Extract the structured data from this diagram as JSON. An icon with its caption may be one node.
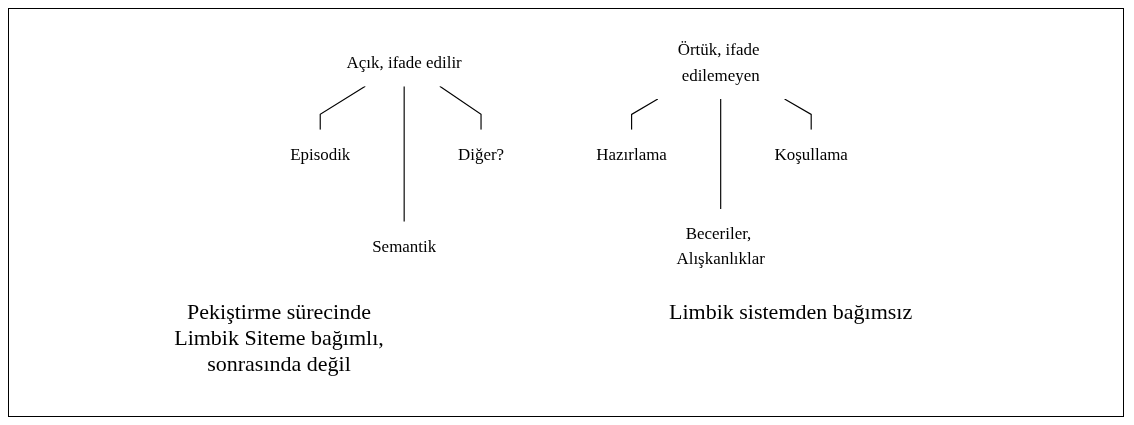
{
  "diagram": {
    "nodes": [
      {
        "text": [
          "Açık, ifade edilir"
        ]
      },
      {
        "text": [
          "Episodik"
        ]
      },
      {
        "text": [
          "Semantik"
        ]
      },
      {
        "text": [
          "Diğer?"
        ]
      },
      {
        "text": [
          "Örtük, ifade edilemeyen"
        ]
      },
      {
        "text": [
          "Hazırlama"
        ]
      },
      {
        "text": [
          "Beceriler, Alışkanlıklar"
        ]
      },
      {
        "text": [
          "Koşullama"
        ]
      }
    ],
    "edges": [
      {
        "from": 0,
        "to": 1,
        "arrow": "none"
      },
      {
        "from": 0,
        "to": 2,
        "arrow": "none"
      },
      {
        "from": 0,
        "to": 3,
        "arrow": "none"
      },
      {
        "from": 4,
        "to": 5,
        "arrow": "none"
      },
      {
        "from": 4,
        "to": 6,
        "arrow": "none"
      },
      {
        "from": 4,
        "to": 7,
        "arrow": "none"
      }
    ],
    "labels": [
      "Pekiştirme sürecinde Limbik Siteme bağımlı, sonrasında değil",
      "Limbik sistemden bağımsız"
    ]
  }
}
